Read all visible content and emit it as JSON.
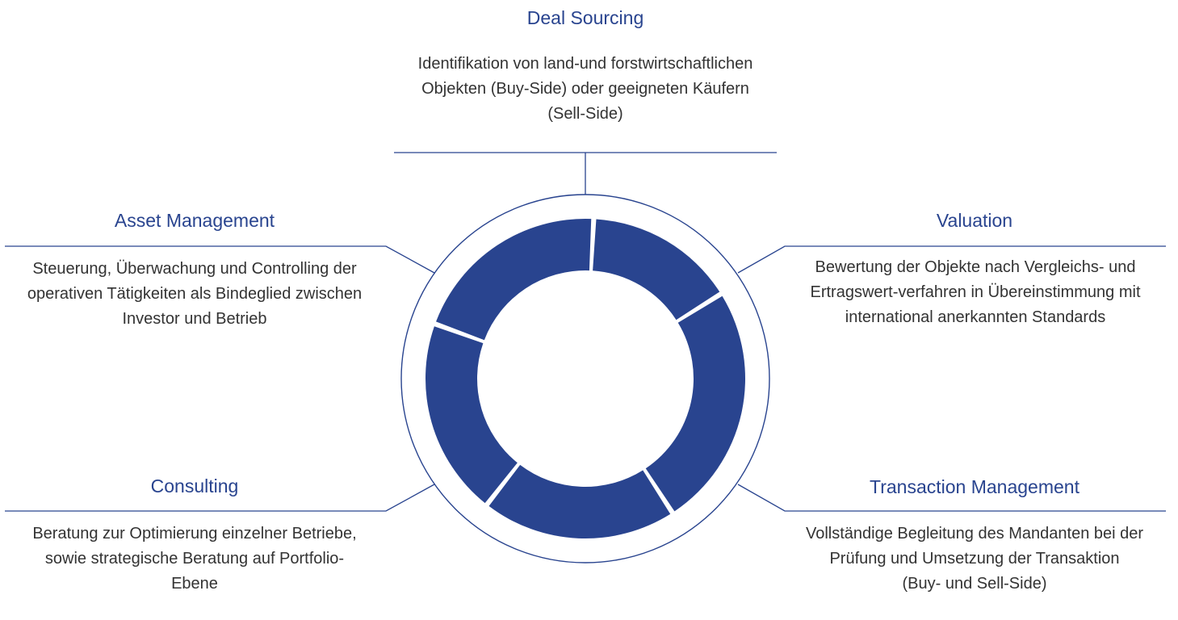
{
  "colors": {
    "accent": "#29448f",
    "text": "#333333",
    "background": "#ffffff"
  },
  "ring": {
    "segment_count": 5
  },
  "nodes": {
    "deal_sourcing": {
      "title": "Deal Sourcing",
      "lines": [
        "Identifikation von land-und forstwirtschaftlichen",
        "Objekten (Buy-Side) oder geeigneten Käufern",
        "(Sell-Side)"
      ]
    },
    "asset_management": {
      "title": "Asset Management",
      "lines": [
        "Steuerung, Überwachung und Controlling der",
        "operativen Tätigkeiten als Bindeglied zwischen",
        "Investor und Betrieb"
      ]
    },
    "valuation": {
      "title": "Valuation",
      "lines": [
        "Bewertung der Objekte nach Vergleichs- und",
        "Ertragswert-verfahren in Übereinstimmung mit",
        "international anerkannten Standards"
      ]
    },
    "consulting": {
      "title": "Consulting",
      "lines": [
        "Beratung zur Optimierung einzelner Betriebe,",
        "sowie strategische Beratung auf Portfolio-",
        "Ebene"
      ]
    },
    "transaction_management": {
      "title": "Transaction Management",
      "lines": [
        "Vollständige Begleitung des Mandanten bei der",
        "Prüfung und Umsetzung der Transaktion",
        "(Buy- und Sell-Side)"
      ]
    }
  }
}
